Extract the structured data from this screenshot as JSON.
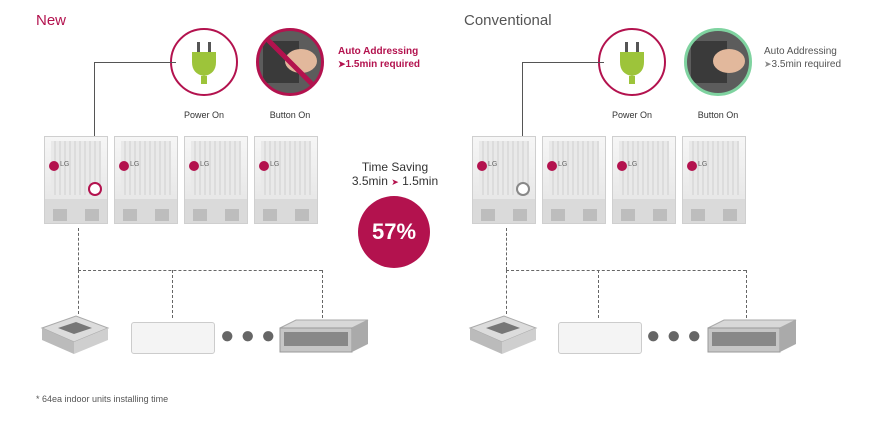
{
  "left": {
    "title": "New",
    "power_on": "Power On",
    "button_on": "Button On",
    "auto_line1": "Auto Addressing",
    "auto_line2": "1.5min required"
  },
  "right": {
    "title": "Conventional",
    "power_on": "Power On",
    "button_on": "Button On",
    "auto_line1": "Auto Addressing",
    "auto_line2": "3.5min required"
  },
  "time_saving": {
    "label": "Time Saving",
    "from": "3.5min",
    "to": "1.5min",
    "percent": "57%"
  },
  "unit_logo": "LG",
  "footnote": "* 64ea indoor units installing time",
  "colors": {
    "accent": "#b3124e",
    "plug_green": "#9dc43a",
    "ring_green": "#7fd3a0"
  },
  "icons": [
    "power-plug-icon",
    "button-press-icon",
    "arrow-right-icon"
  ]
}
